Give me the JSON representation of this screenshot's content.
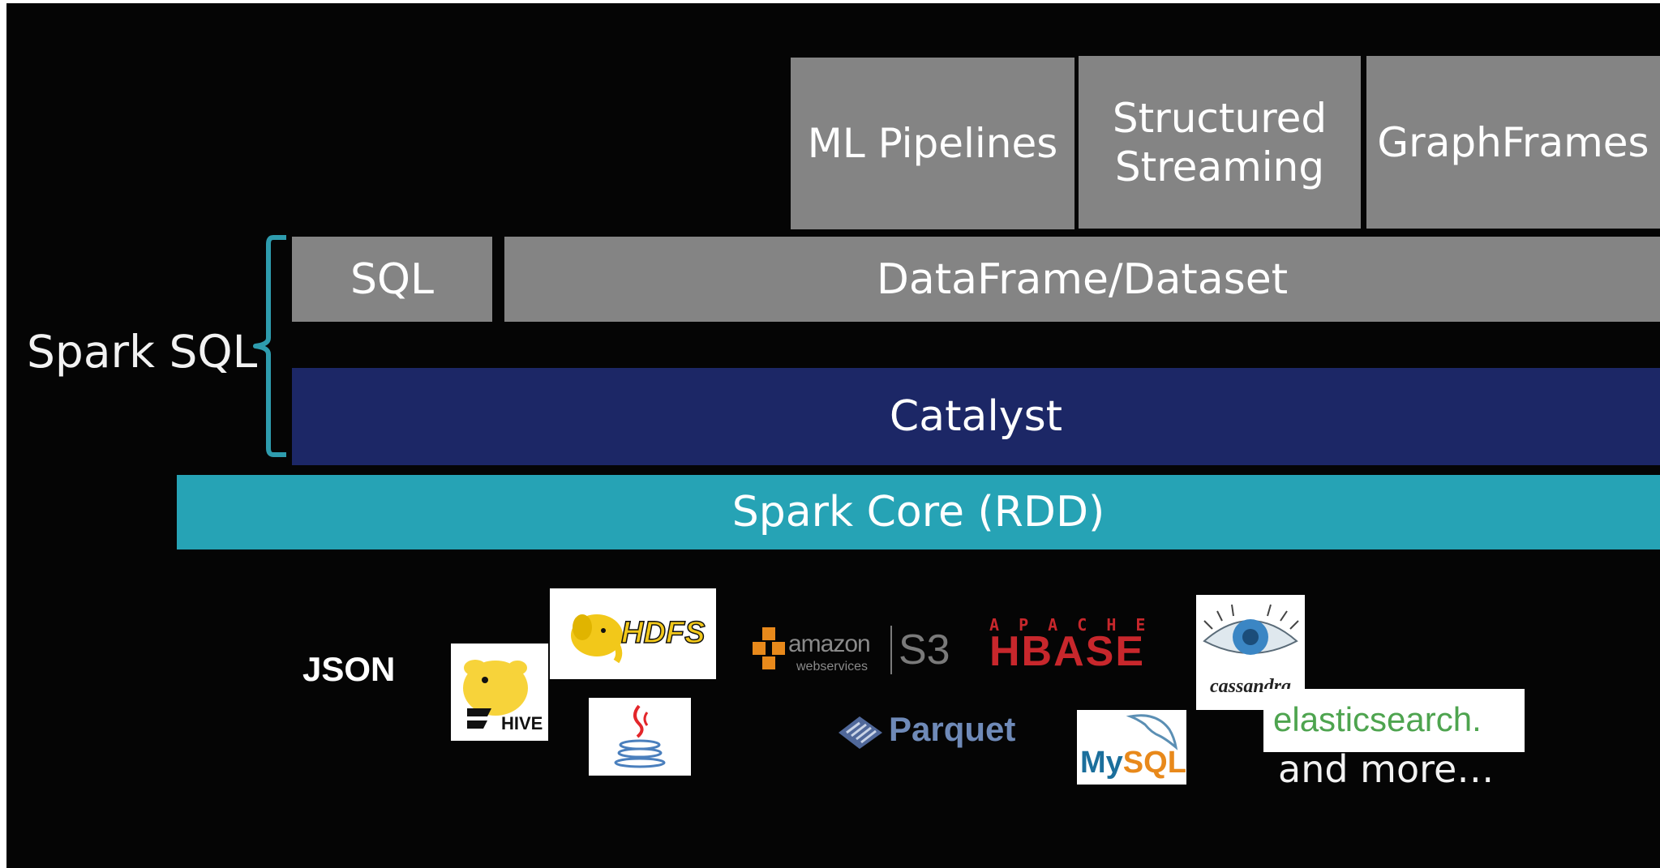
{
  "top_modules": {
    "ml_pipelines": "ML Pipelines",
    "structured_streaming": "Structured\nStreaming",
    "graphframes": "GraphFrames"
  },
  "spark_sql": {
    "label": "Spark SQL",
    "sql": "SQL",
    "dataframe": "DataFrame/Dataset",
    "catalyst": "Catalyst"
  },
  "core": {
    "label": "Spark Core (RDD)"
  },
  "sources": {
    "json": "JSON",
    "hive": "HIVE",
    "hdfs": "HDFS",
    "amazon": "amazon",
    "webservices": "webservices",
    "s3": "S3",
    "apache": "A P A C H E",
    "hbase": "HBASE",
    "cassandra": "cassandra",
    "parquet": "Parquet",
    "mysql_my": "My",
    "mysql_sql": "SQL",
    "elasticsearch": "elasticsearch.",
    "and_more": "and more…"
  },
  "colors": {
    "background": "#050505",
    "module_gray": "#848484",
    "catalyst_navy": "#1c2766",
    "core_teal": "#26a3b5",
    "brace_teal": "#2e9cae"
  }
}
